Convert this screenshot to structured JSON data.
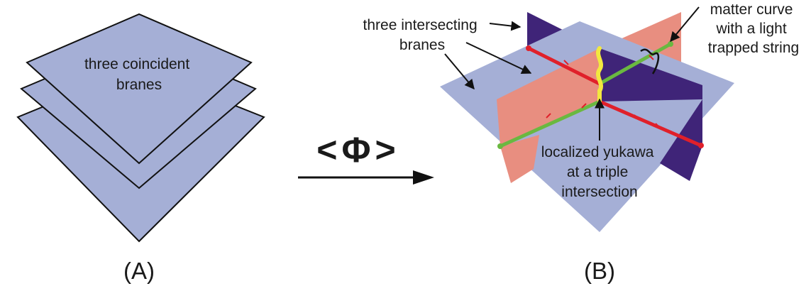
{
  "panel_a": {
    "label": "three coincident branes",
    "label_lines": [
      "three coincident",
      "branes"
    ],
    "caption": "(A)"
  },
  "transition": {
    "label": "<Φ>"
  },
  "panel_b": {
    "caption": "(B)",
    "label_intersecting_lines": [
      "three intersecting",
      "branes"
    ],
    "label_matter_lines": [
      "matter curve",
      "with a light",
      "trapped string"
    ],
    "label_yukawa_lines": [
      "localized yukawa",
      "at a triple",
      "intersection"
    ]
  },
  "colors": {
    "brane_fill": "#a5afd6",
    "brane_stroke": "#111111",
    "plane_purple": "#3f2478",
    "plane_salmon": "#e88e80",
    "curve_red": "#e0202a",
    "curve_green": "#6ab840",
    "yukawa_yellow": "#f2e840"
  }
}
